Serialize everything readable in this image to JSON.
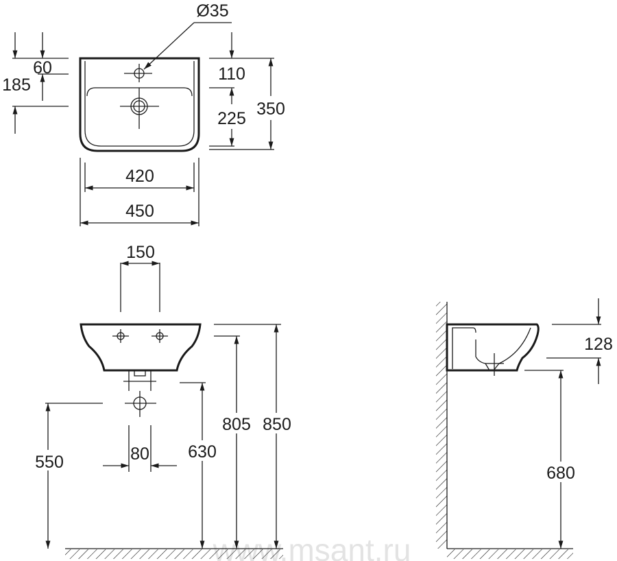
{
  "top_view": {
    "hole_diameter": "Ø35",
    "dim_60": "60",
    "dim_185": "185",
    "dim_110": "110",
    "dim_225": "225",
    "dim_350": "350",
    "dim_420": "420",
    "dim_450": "450"
  },
  "front_view": {
    "dim_150": "150",
    "dim_80": "80",
    "dim_550": "550",
    "dim_630": "630",
    "dim_805": "805",
    "dim_850": "850"
  },
  "side_view": {
    "dim_128": "128",
    "dim_680": "680"
  },
  "watermark": "www.msant.ru"
}
